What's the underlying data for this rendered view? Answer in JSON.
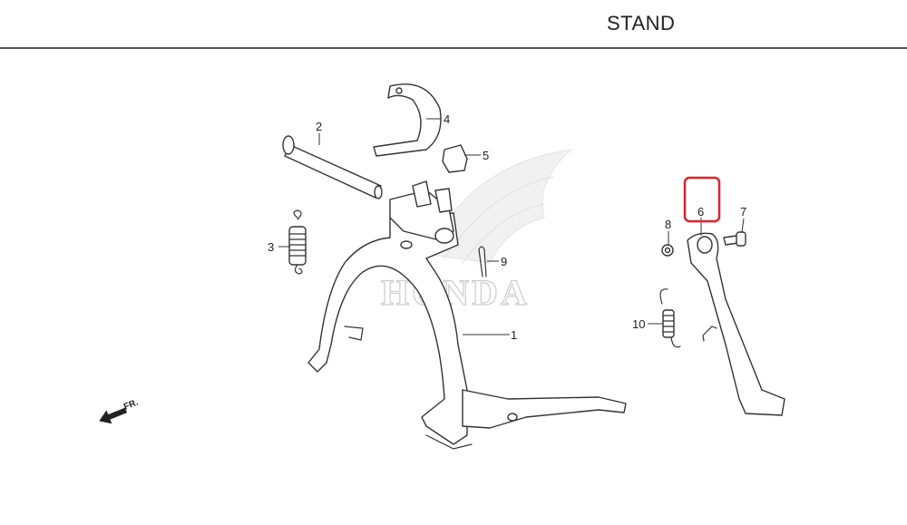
{
  "header": {
    "title": "STAND"
  },
  "callouts": [
    {
      "label": "1"
    },
    {
      "label": "2"
    },
    {
      "label": "3"
    },
    {
      "label": "4"
    },
    {
      "label": "5"
    },
    {
      "label": "6"
    },
    {
      "label": "7"
    },
    {
      "label": "8"
    },
    {
      "label": "9"
    },
    {
      "label": "10"
    }
  ],
  "highlight": {
    "part": "6",
    "color": "#e8202a"
  },
  "watermark": {
    "text": "HONDA"
  },
  "direction": {
    "label": "FR."
  }
}
